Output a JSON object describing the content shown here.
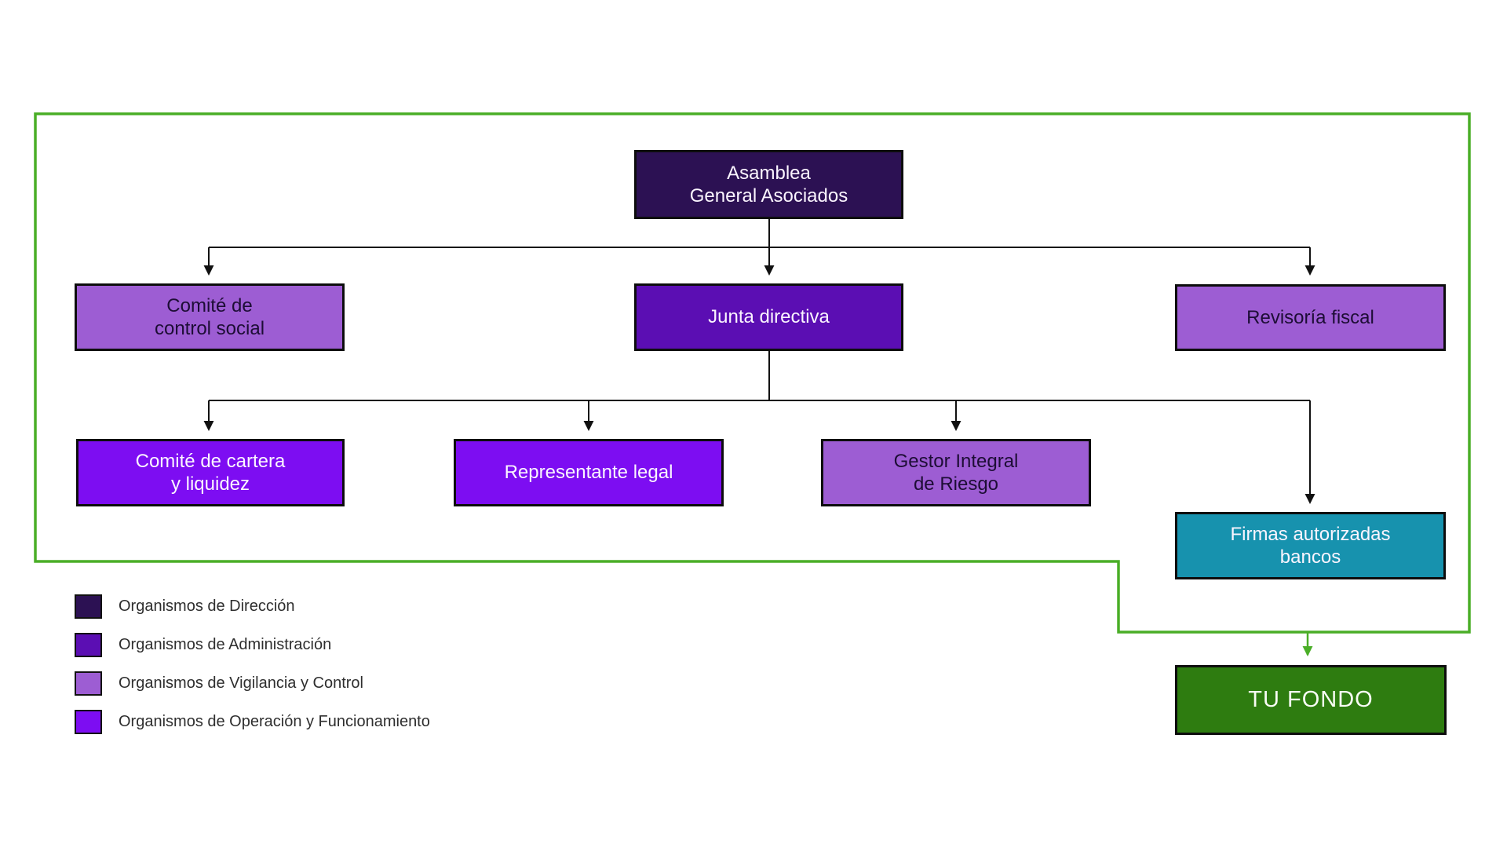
{
  "colors": {
    "direccion": "#2c1153",
    "administracion": "#5b0eb3",
    "vigilancia": "#9d5dd3",
    "operacion": "#7d0df2",
    "firmas_teal": "#1792ae",
    "fondo_green": "#2e7c10",
    "frame_green": "#4aae27",
    "connector_black": "#111111"
  },
  "nodes": {
    "asamblea": {
      "label": "Asamblea\nGeneral Asociados",
      "color": "#2c1153",
      "category": "direccion"
    },
    "control_social": {
      "label": "Comité de\ncontrol social",
      "color": "#9d5dd3",
      "category": "vigilancia"
    },
    "junta": {
      "label": "Junta directiva",
      "color": "#5b0eb3",
      "category": "administracion"
    },
    "revisoria": {
      "label": "Revisoría fiscal",
      "color": "#9d5dd3",
      "category": "vigilancia"
    },
    "cartera": {
      "label": "Comité de cartera\ny liquidez",
      "color": "#7d0df2",
      "category": "operacion"
    },
    "representante": {
      "label": "Representante legal",
      "color": "#7d0df2",
      "category": "operacion"
    },
    "gestor": {
      "label": "Gestor Integral\nde Riesgo",
      "color": "#9d5dd3",
      "category": "vigilancia"
    },
    "firmas": {
      "label": "Firmas autorizadas\nbancos",
      "color": "#1792ae",
      "category": "otros"
    },
    "tu_fondo": {
      "label": "TU  FONDO",
      "color": "#2e7c10",
      "category": "resultado"
    }
  },
  "hierarchy": {
    "root": "asamblea",
    "edges": [
      {
        "from": "asamblea",
        "to": "control_social"
      },
      {
        "from": "asamblea",
        "to": "junta"
      },
      {
        "from": "asamblea",
        "to": "revisoria"
      },
      {
        "from": "junta",
        "to": "cartera"
      },
      {
        "from": "junta",
        "to": "representante"
      },
      {
        "from": "junta",
        "to": "gestor"
      },
      {
        "from": "junta",
        "to": "firmas"
      },
      {
        "from": "frame",
        "to": "tu_fondo"
      }
    ]
  },
  "legend": {
    "items": [
      {
        "label": "Organismos de Dirección",
        "color": "#2c1153"
      },
      {
        "label": "Organismos de Administración",
        "color": "#5b0eb3"
      },
      {
        "label": "Organismos de Vigilancia y Control",
        "color": "#9d5dd3"
      },
      {
        "label": "Organismos de Operación y Funcionamiento",
        "color": "#7d0df2"
      }
    ]
  }
}
